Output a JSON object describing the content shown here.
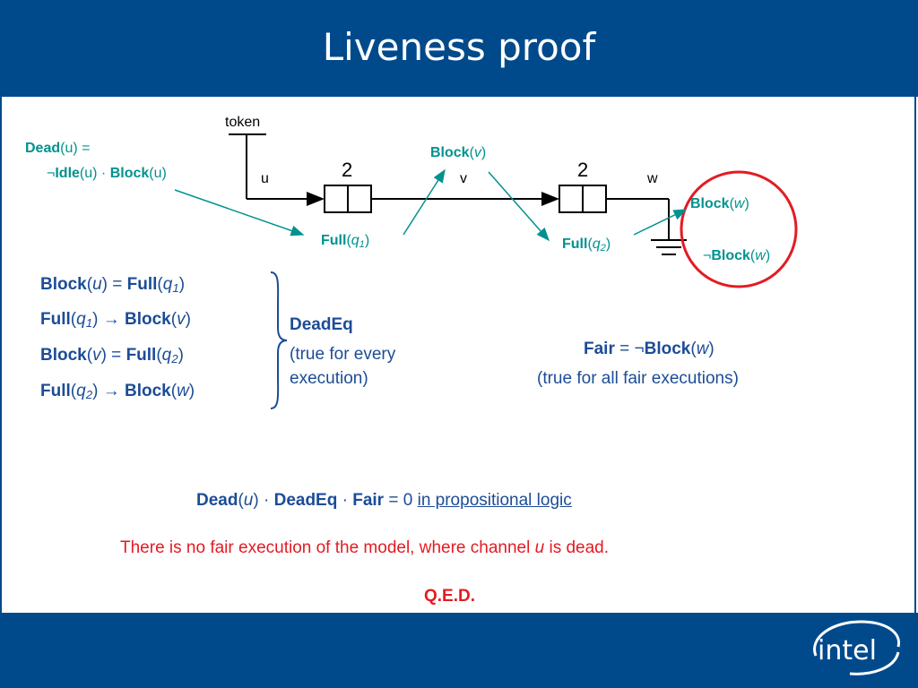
{
  "slide": {
    "title": "Liveness proof"
  },
  "diagram": {
    "token_label": "token",
    "channel_u": "u",
    "channel_v": "v",
    "channel_w": "w",
    "queue1_capacity": "2",
    "queue2_capacity": "2",
    "dead_u_line1_name": "Dead",
    "dead_u_line1_rest": "(u) =",
    "dead_u_line2_neg": "¬",
    "dead_u_line2_idle": "Idle",
    "dead_u_line2_mid": "(u) · ",
    "dead_u_line2_block": "Block",
    "dead_u_line2_end": "(u)",
    "block_v_name": "Block",
    "block_v_arg": "v",
    "full_q1_name": "Full",
    "full_q1_arg": "q",
    "full_q1_sub": "1",
    "full_q2_name": "Full",
    "full_q2_arg": "q",
    "full_q2_sub": "2",
    "block_w_name": "Block",
    "block_w_arg": "w",
    "not_block_w_neg": "¬",
    "not_block_w_name": "Block",
    "not_block_w_arg": "w"
  },
  "equations": [
    {
      "lhs_name": "Block",
      "lhs_arg": "u",
      "lhs_sub": "",
      "op": " = ",
      "rhs_name": "Full",
      "rhs_arg": "q",
      "rhs_sub": "1"
    },
    {
      "lhs_name": "Full",
      "lhs_arg": "q",
      "lhs_sub": "1",
      "op": " → ",
      "rhs_name": "Block",
      "rhs_arg": "v",
      "rhs_sub": ""
    },
    {
      "lhs_name": "Block",
      "lhs_arg": "v",
      "lhs_sub": "",
      "op": " = ",
      "rhs_name": "Full",
      "rhs_arg": "q",
      "rhs_sub": "2"
    },
    {
      "lhs_name": "Full",
      "lhs_arg": "q",
      "lhs_sub": "2",
      "op": " → ",
      "rhs_name": "Block",
      "rhs_arg": "w",
      "rhs_sub": ""
    }
  ],
  "deadeq": {
    "label": "DeadEq",
    "note_line1": "(true for every",
    "note_line2": "execution)"
  },
  "fair": {
    "name": "Fair",
    "eq": " = ¬",
    "block": "Block",
    "arg": "w",
    "note": "(true for all fair executions)"
  },
  "conclusion": {
    "dead": "Dead",
    "dead_arg": "u",
    "dot1": ") · ",
    "deadeq": "DeadEq",
    "dot2": " · ",
    "fair": "Fair",
    "eq_zero": " = 0 ",
    "link_text": "in propositional logic",
    "statement_pre": "There is no fair execution of the model, where channel ",
    "statement_var": "u",
    "statement_post": " is dead.",
    "qed": "Q.E.D."
  },
  "logo": {
    "text": "intel",
    "icon": "intel-logo-icon"
  },
  "colors": {
    "brand_blue": "#004a8c",
    "teal": "#00928f",
    "text_blue": "#1c4c96",
    "red": "#e31b23"
  }
}
